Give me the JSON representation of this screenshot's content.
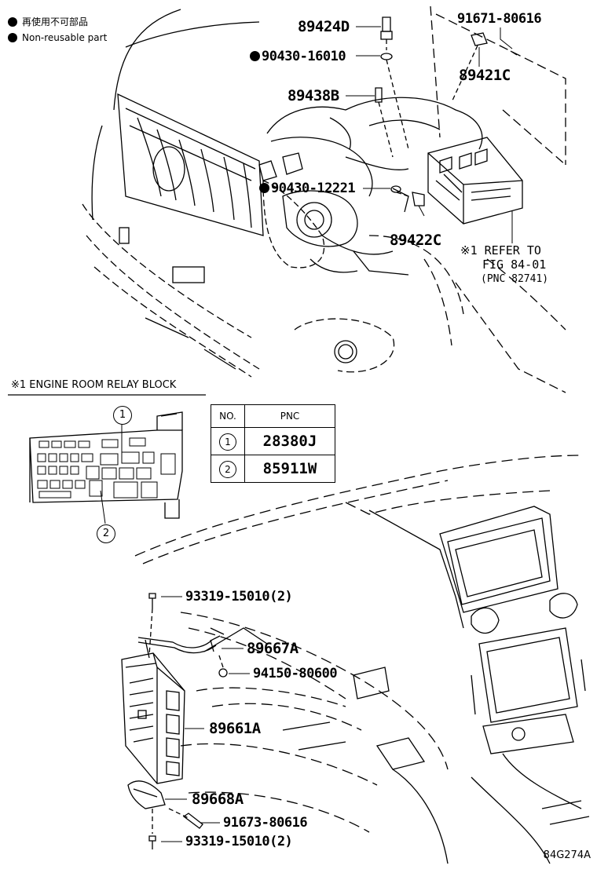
{
  "legend": {
    "items": [
      {
        "label": "再使用不可部品"
      },
      {
        "label": "Non-reusable part"
      }
    ]
  },
  "parts": {
    "p1": "89424D",
    "p2": "91671-80616",
    "p3": "90430-16010",
    "p4": "89421C",
    "p5": "89438B",
    "p6": "90430-12221",
    "p7": "89422C",
    "p8": "93319-15010(2)",
    "p9": "89667A",
    "p10": "94150-80600",
    "p11": "89661A",
    "p12": "89668A",
    "p13": "91673-80616",
    "p14": "93319-15010(2)"
  },
  "refer": {
    "line1": "※1 REFER TO",
    "line2": "FIG 84-01",
    "line3": "(PNC 82741)"
  },
  "relay_block": {
    "title": "※1  ENGINE ROOM RELAY BLOCK",
    "callout1": "1",
    "callout2": "2"
  },
  "pnc_table": {
    "header_no": "NO.",
    "header_pnc": "PNC",
    "rows": [
      {
        "no": "1",
        "pnc": "28380J"
      },
      {
        "no": "2",
        "pnc": "85911W"
      }
    ]
  },
  "figure_id": "84G274A"
}
